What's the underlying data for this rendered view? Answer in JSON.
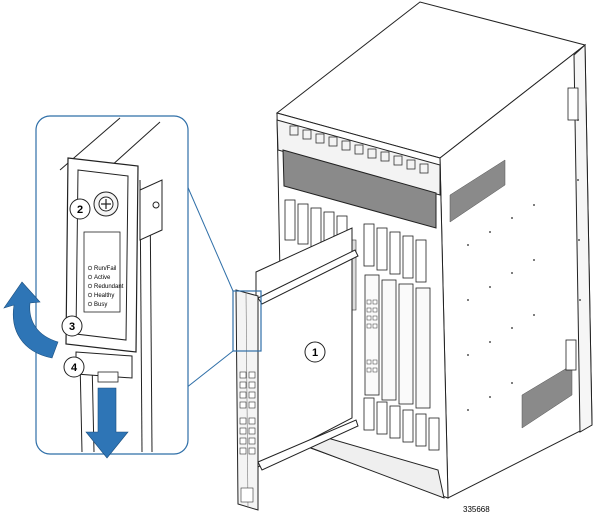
{
  "figure_id": "335668",
  "callouts": [
    {
      "id": "1",
      "label": "1"
    },
    {
      "id": "2",
      "label": "2"
    },
    {
      "id": "3",
      "label": "3"
    },
    {
      "id": "4",
      "label": "4"
    }
  ],
  "led_labels": [
    "Run/Fail",
    "Active",
    "Redundant",
    "Healthy",
    "Busy"
  ],
  "colors": {
    "arrow": "#2e75b6",
    "detail_border": "#2f6fa8",
    "line": "#222222",
    "panel_light": "#f4f4f4",
    "vent_gray": "#8a8a8a"
  },
  "icons": {
    "up_arrow": "curved-up-arrow-icon",
    "down_arrow": "down-arrow-icon",
    "screw": "captive-screw-icon"
  }
}
